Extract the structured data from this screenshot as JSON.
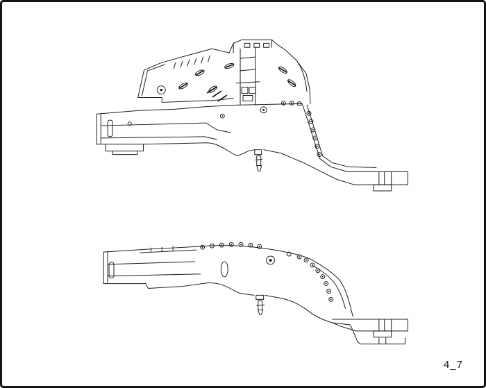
{
  "page": {
    "label": "4_7"
  },
  "figures": {
    "top": "frame-side-member-assembly-with-apron",
    "bottom": "frame-side-member-lower-rail"
  },
  "colors": {
    "line": "#1c1c1c",
    "background": "#ffffff",
    "border": "#141414"
  }
}
